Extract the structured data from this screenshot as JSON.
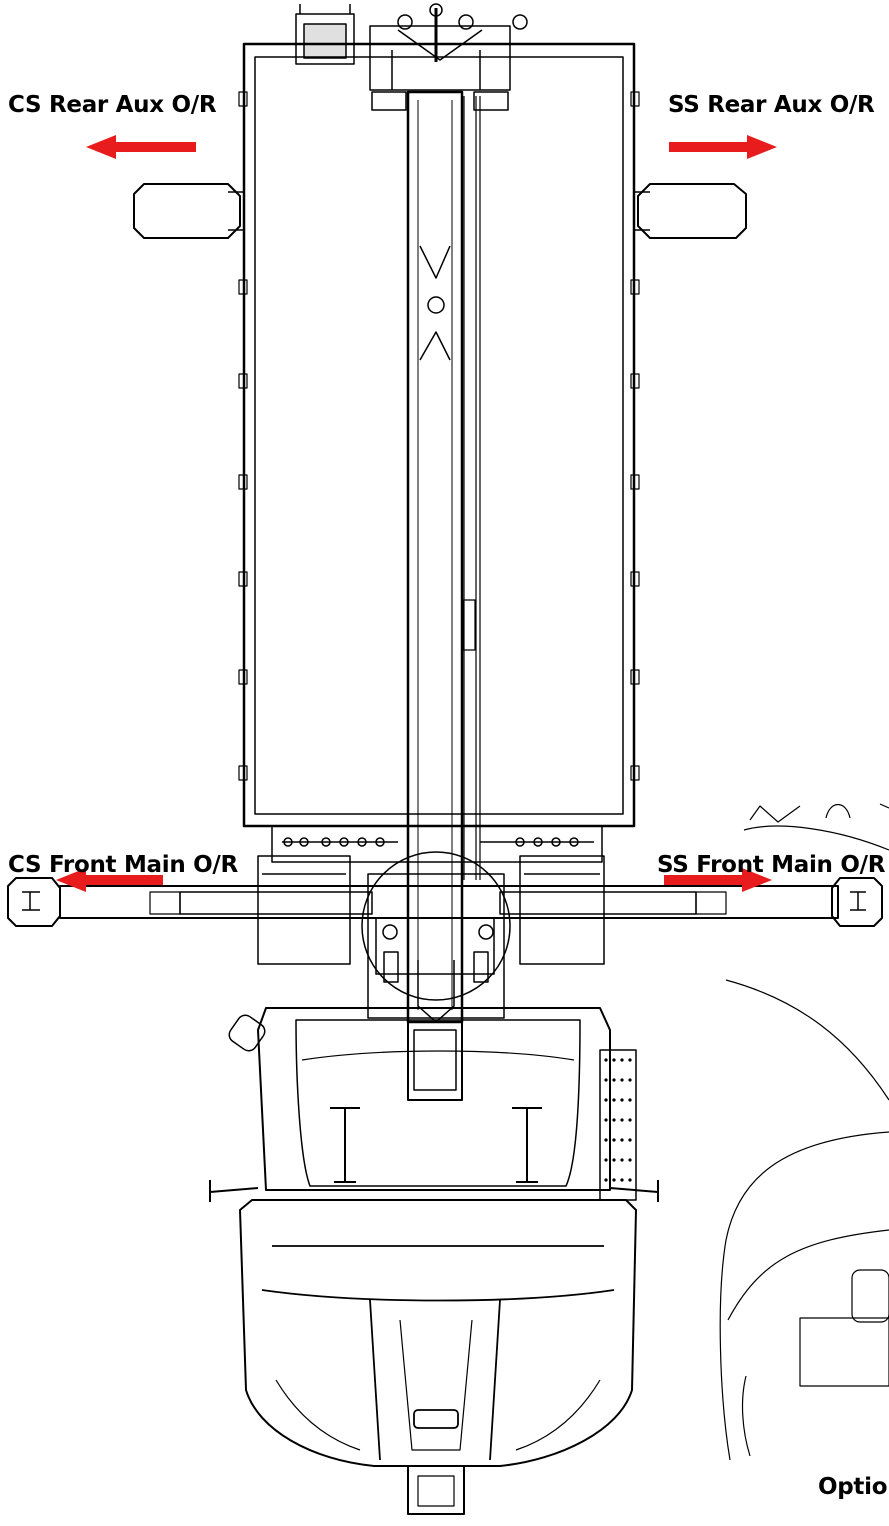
{
  "labels": {
    "cs_rear": "CS Rear Aux O/R",
    "ss_rear": "SS Rear Aux O/R",
    "cs_front": "CS Front Main O/R",
    "ss_front": "SS Front Main O/R",
    "option": "Option"
  },
  "colors": {
    "line": "#000000",
    "arrow": "#e81c1c",
    "background": "#ffffff"
  }
}
